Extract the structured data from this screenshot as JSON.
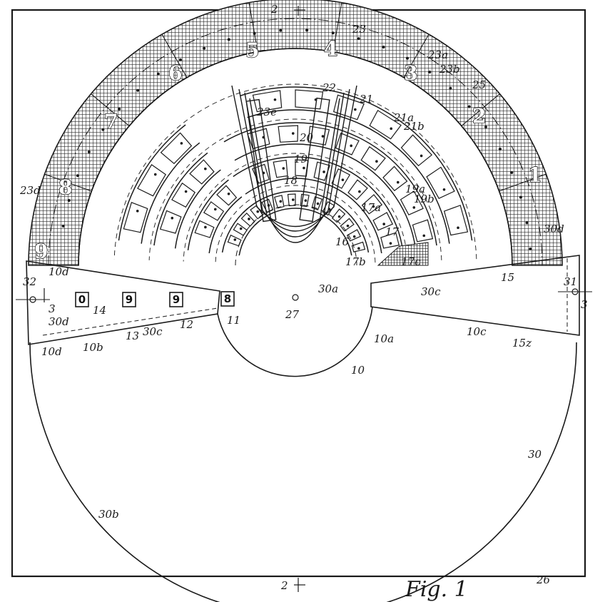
{
  "figure": {
    "caption": "Fig. 1",
    "section_marks": {
      "top": "2",
      "bottom": "2",
      "right": "3",
      "left": "3"
    },
    "sector_numerals": [
      "1",
      "2",
      "3",
      "4",
      "5",
      "6",
      "7",
      "8",
      "9"
    ],
    "window_digits": [
      "0",
      "9",
      "9",
      "8"
    ],
    "reference_numerals": [
      "23",
      "23a",
      "23b",
      "25",
      "22",
      "21",
      "21a",
      "21b",
      "23e",
      "20",
      "19",
      "18",
      "19a",
      "19b",
      "17a",
      "17",
      "16",
      "17b",
      "17c",
      "23d",
      "30d",
      "10d",
      "32",
      "14",
      "13",
      "12",
      "11",
      "30c",
      "10b",
      "30a",
      "27",
      "10a",
      "10",
      "15",
      "31",
      "10c",
      "15z",
      "30",
      "30b",
      "26",
      "30d",
      "10d",
      "30c",
      "3",
      "3"
    ]
  },
  "colors": {
    "ink": "#1a1a1a",
    "paper": "#ffffff",
    "hatch": "#2b2b2b"
  }
}
